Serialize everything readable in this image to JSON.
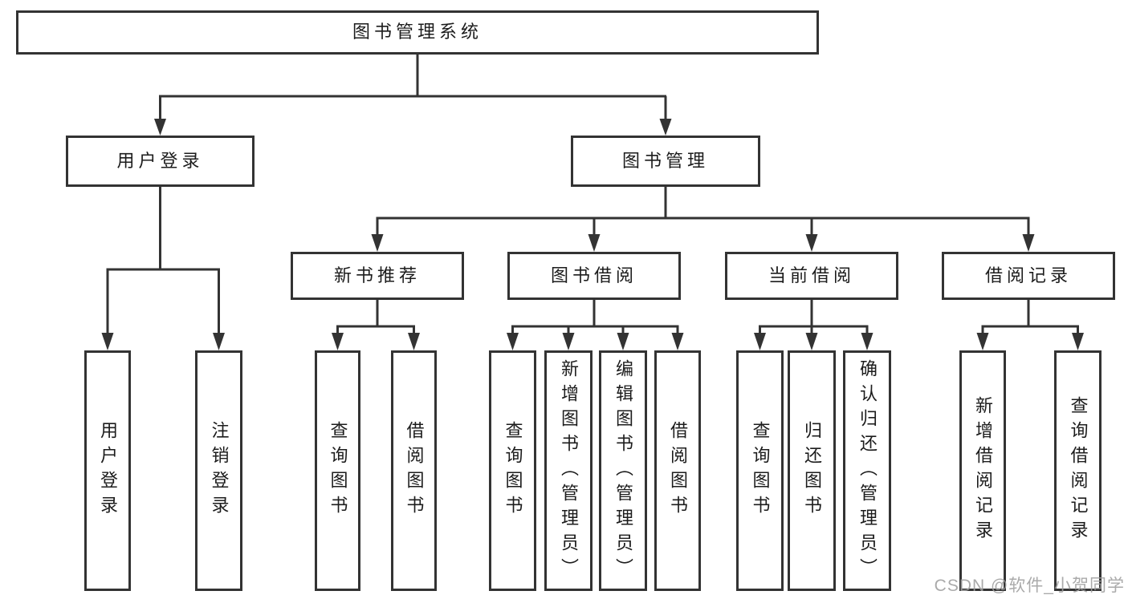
{
  "colors": {
    "line": "#333333",
    "box_border": "#333333",
    "text": "#1c1c1c",
    "background": "#ffffff",
    "watermark": "#9e9e9e"
  },
  "watermark": {
    "text": "CSDN @软件_小贺同学"
  },
  "diagram": {
    "type": "tree",
    "root": {
      "label": "图书管理系统"
    },
    "branches": [
      {
        "label": "用户登录",
        "children": [
          {
            "label": "用户登录"
          },
          {
            "label": "注销登录"
          }
        ]
      },
      {
        "label": "图书管理",
        "children": [
          {
            "label": "新书推荐",
            "children": [
              {
                "label": "查询图书"
              },
              {
                "label": "借阅图书"
              }
            ]
          },
          {
            "label": "图书借阅",
            "children": [
              {
                "label": "查询图书"
              },
              {
                "label": "新增图书（管理员）"
              },
              {
                "label": "编辑图书（管理员）"
              },
              {
                "label": "借阅图书"
              }
            ]
          },
          {
            "label": "当前借阅",
            "children": [
              {
                "label": "查询图书"
              },
              {
                "label": "归还图书"
              },
              {
                "label": "确认归还（管理员）"
              }
            ]
          },
          {
            "label": "借阅记录",
            "children": [
              {
                "label": "新增借阅记录"
              },
              {
                "label": "查询借阅记录"
              }
            ]
          }
        ]
      }
    ]
  }
}
